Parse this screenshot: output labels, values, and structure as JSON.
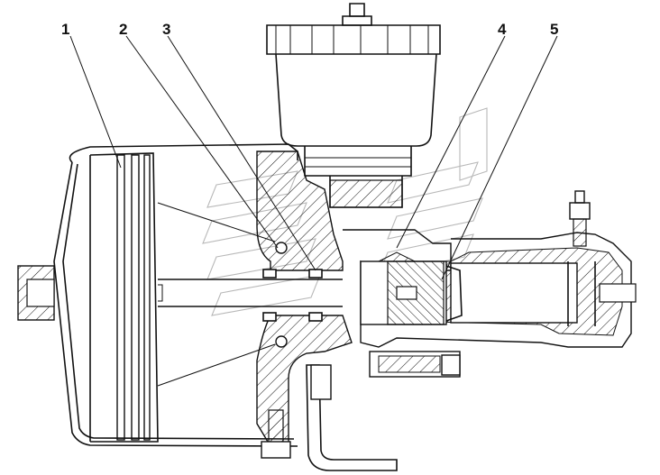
{
  "diagram": {
    "type": "technical-cross-section",
    "callouts": [
      {
        "id": "1",
        "label": "1"
      },
      {
        "id": "2",
        "label": "2"
      },
      {
        "id": "3",
        "label": "3"
      },
      {
        "id": "4",
        "label": "4"
      },
      {
        "id": "5",
        "label": "5"
      }
    ]
  }
}
